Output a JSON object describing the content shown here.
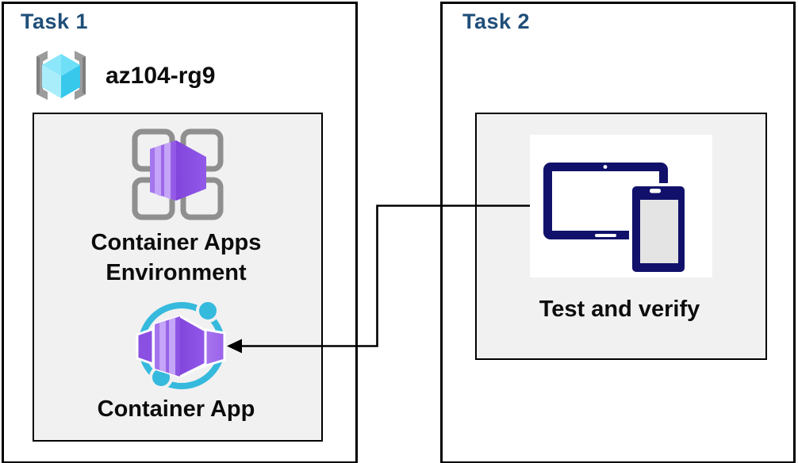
{
  "diagram": {
    "task1": {
      "title": "Task 1",
      "resource_group": {
        "name": "az104-rg9",
        "icon": "resource-group-icon"
      },
      "environment_panel": {
        "environment_label": "Container Apps Environment",
        "environment_icon": "container-apps-environment-icon",
        "container_app_label": "Container App",
        "container_app_icon": "container-app-icon"
      }
    },
    "task2": {
      "title": "Task 2",
      "panel": {
        "label": "Test and verify",
        "icon": "tablet-and-phone-icon"
      }
    },
    "connector": {
      "type": "elbow-arrow",
      "from": "task2-devices-icon",
      "to": "task1-container-app-icon"
    },
    "colors": {
      "task_title_blue": "#1F4E79",
      "panel_gray": "#F1F1F1",
      "border_black": "#000000",
      "label_black": "#0C0C0C",
      "device_navy": "#11116B",
      "ring_cyan": "#35B9DD",
      "cube_cyan": "#4CD2F0",
      "container_purple_light": "#A678EE",
      "container_purple_mid": "#8A50E2",
      "container_purple_dark": "#7433CE",
      "bracket_gray": "#9C9C9C",
      "grid_gray": "#8F8F8F"
    }
  }
}
